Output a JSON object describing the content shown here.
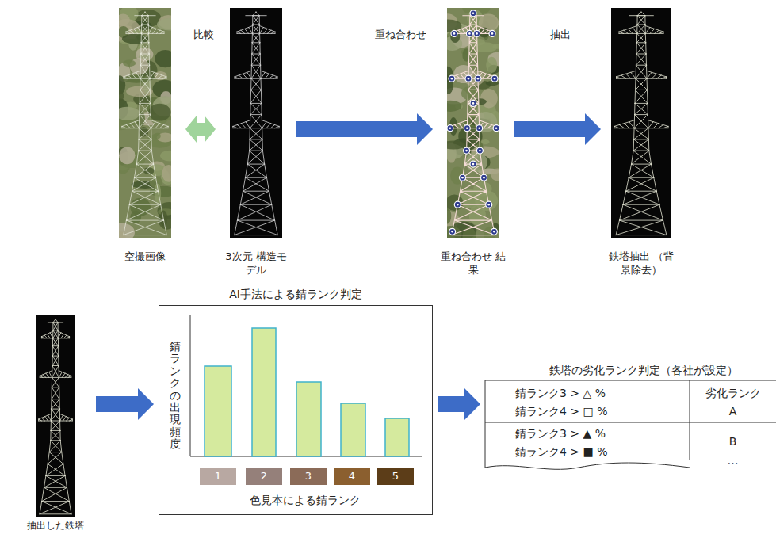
{
  "diagram": {
    "nodes": [
      {
        "text": [
          "空撮画像"
        ]
      },
      {
        "text": [
          "3次元 構造モデル"
        ]
      },
      {
        "text": [
          "重ね合わせ 結果"
        ]
      },
      {
        "text": [
          "鉄塔抽出 （背景除去）"
        ]
      },
      {
        "text": [
          "抽出した鉄塔"
        ]
      },
      {
        "text": [
          "AI手法による錆ランク判定"
        ]
      },
      {
        "text": [
          "1"
        ],
        "in": 5
      },
      {
        "text": [
          "2"
        ],
        "in": 5
      },
      {
        "text": [
          "3"
        ],
        "in": 5
      },
      {
        "text": [
          "4"
        ],
        "in": 5
      },
      {
        "text": [
          "5"
        ],
        "in": 5
      },
      {
        "text": [
          "鉄塔の劣化ランク判定（各社が設定）"
        ]
      }
    ],
    "edges": [
      {
        "from": 0,
        "to": 1,
        "arrow": "both",
        "label": "比較"
      },
      {
        "from": 1,
        "to": 2,
        "arrow": "to",
        "label": "重ね合わせ"
      },
      {
        "from": 2,
        "to": 3,
        "arrow": "to",
        "label": "抽出"
      },
      {
        "from": 4,
        "to": 5,
        "arrow": "to"
      },
      {
        "from": 5,
        "to": 11,
        "arrow": "to"
      }
    ],
    "labels": [
      "錆ランクの出現頻度",
      "色見本による錆ランク",
      "錆ランク3 > △ %",
      "錆ランク4 > □ %",
      "劣化ランク",
      "A",
      "錆ランク3 > ▲ %",
      "錆ランク4 > ■ %",
      "B",
      "…"
    ]
  }
}
